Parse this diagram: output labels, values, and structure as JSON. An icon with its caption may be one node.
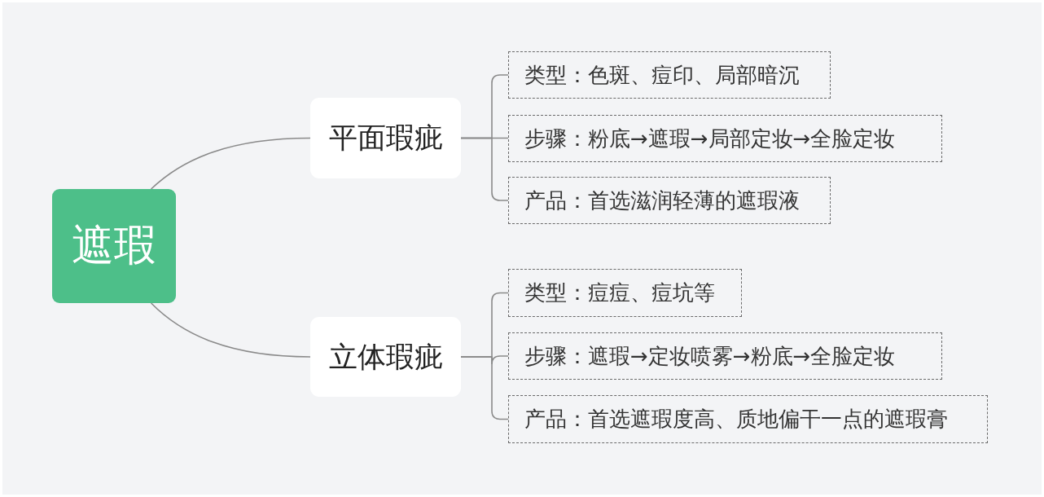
{
  "diagram": {
    "nodes": [
      {
        "text": [
          "遮瑕"
        ]
      },
      {
        "text": [
          "平面瑕疵"
        ]
      },
      {
        "text": [
          "类型：色斑、痘印、局部暗沉"
        ]
      },
      {
        "text": [
          "步骤：粉底→遮瑕→局部定妆→全脸定妆"
        ]
      },
      {
        "text": [
          "产品：首选滋润轻薄的遮瑕液"
        ]
      },
      {
        "text": [
          "立体瑕疵"
        ]
      },
      {
        "text": [
          "类型：痘痘、痘坑等"
        ]
      },
      {
        "text": [
          "步骤：遮瑕→定妆喷雾→粉底→全脸定妆"
        ]
      },
      {
        "text": [
          "产品：首选遮瑕度高、质地偏干一点的遮瑕膏"
        ]
      }
    ],
    "edges": [
      {
        "from": 0,
        "to": 1,
        "arrow": "none"
      },
      {
        "from": 0,
        "to": 5,
        "arrow": "none"
      },
      {
        "from": 1,
        "to": 2,
        "arrow": "none"
      },
      {
        "from": 1,
        "to": 3,
        "arrow": "none"
      },
      {
        "from": 1,
        "to": 4,
        "arrow": "none"
      },
      {
        "from": 5,
        "to": 6,
        "arrow": "none"
      },
      {
        "from": 5,
        "to": 7,
        "arrow": "none"
      },
      {
        "from": 5,
        "to": 8,
        "arrow": "none"
      }
    ]
  }
}
